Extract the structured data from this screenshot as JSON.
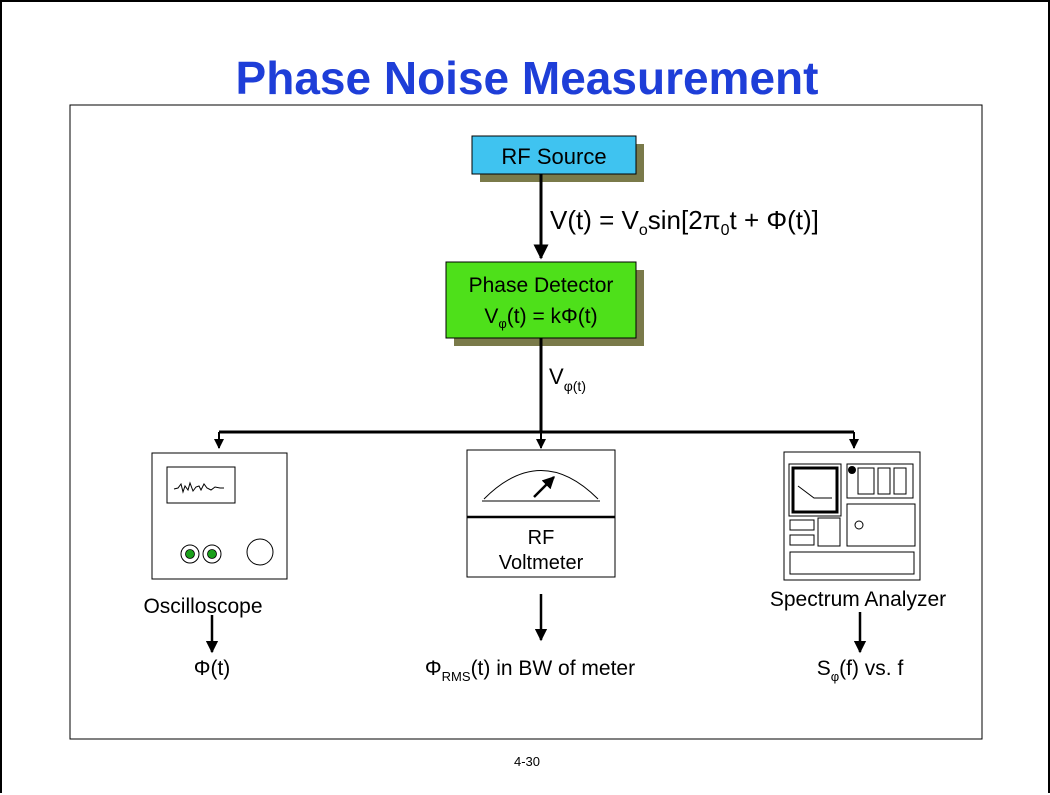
{
  "slide": {
    "title": "Phase Noise Measurement",
    "page_number": "4-30"
  },
  "nodes": {
    "rf_source": "RF Source",
    "phase_detector_title": "Phase Detector",
    "phase_detector_eq": {
      "v": "V",
      "sub": "φ",
      "rest": "(t) = kΦ(t)"
    }
  },
  "signals": {
    "source_equation": {
      "lhs": "V(t) = V",
      "sub": "o",
      "mid": "sin[2π",
      "sub2": "0",
      "rhs": "t + Φ(t)]"
    },
    "detector_output": {
      "v": "V",
      "sub": "φ(t)"
    }
  },
  "instruments": [
    {
      "label": "Oscilloscope",
      "result": {
        "main": "Φ(t)",
        "sub": "",
        "rest": ""
      }
    },
    {
      "label_line1": "RF",
      "label_line2": "Voltmeter",
      "result": {
        "main": "Φ",
        "sub": "RMS",
        "rest": "(t) in BW of meter"
      }
    },
    {
      "label": "Spectrum Analyzer",
      "result": {
        "main": "S",
        "sub": "φ",
        "rest": "(f) vs. f"
      }
    }
  ],
  "colors": {
    "title": "#1e3ed8",
    "rf_source_fill": "#3fc3f0",
    "phase_detector_fill": "#4ee01a",
    "node_shadow": "#7a7a4a"
  }
}
